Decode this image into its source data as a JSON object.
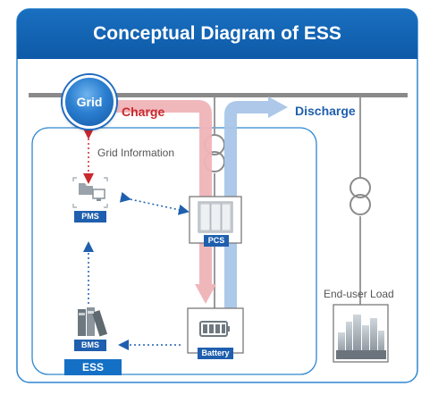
{
  "title": "Conceptual Diagram of ESS",
  "grid_label": "Grid",
  "charge_label": "Charge",
  "discharge_label": "Discharge",
  "grid_info_label": "Grid Information",
  "pms_label": "PMS",
  "pcs_label": "PCS",
  "bms_label": "BMS",
  "battery_label": "Battery",
  "ess_label": "ESS",
  "end_user_label": "End-user Load",
  "colors": {
    "title_bar": "#1565b8",
    "frame_border": "#2f86d0",
    "charge_arrow": "#f0b4b8",
    "discharge_arrow": "#a9c6e8",
    "charge_text": "#c8282e",
    "discharge_text": "#1f5fae",
    "grid_info_arrow": "#c8282e",
    "link_arrow": "#1f5fae",
    "badge": "#1f5fae"
  },
  "icons": [
    "grid-icon",
    "transformer-icon",
    "pms-computer-icon",
    "pcs-cabinet-icon",
    "battery-icon",
    "bms-binders-icon",
    "city-buildings-icon"
  ]
}
